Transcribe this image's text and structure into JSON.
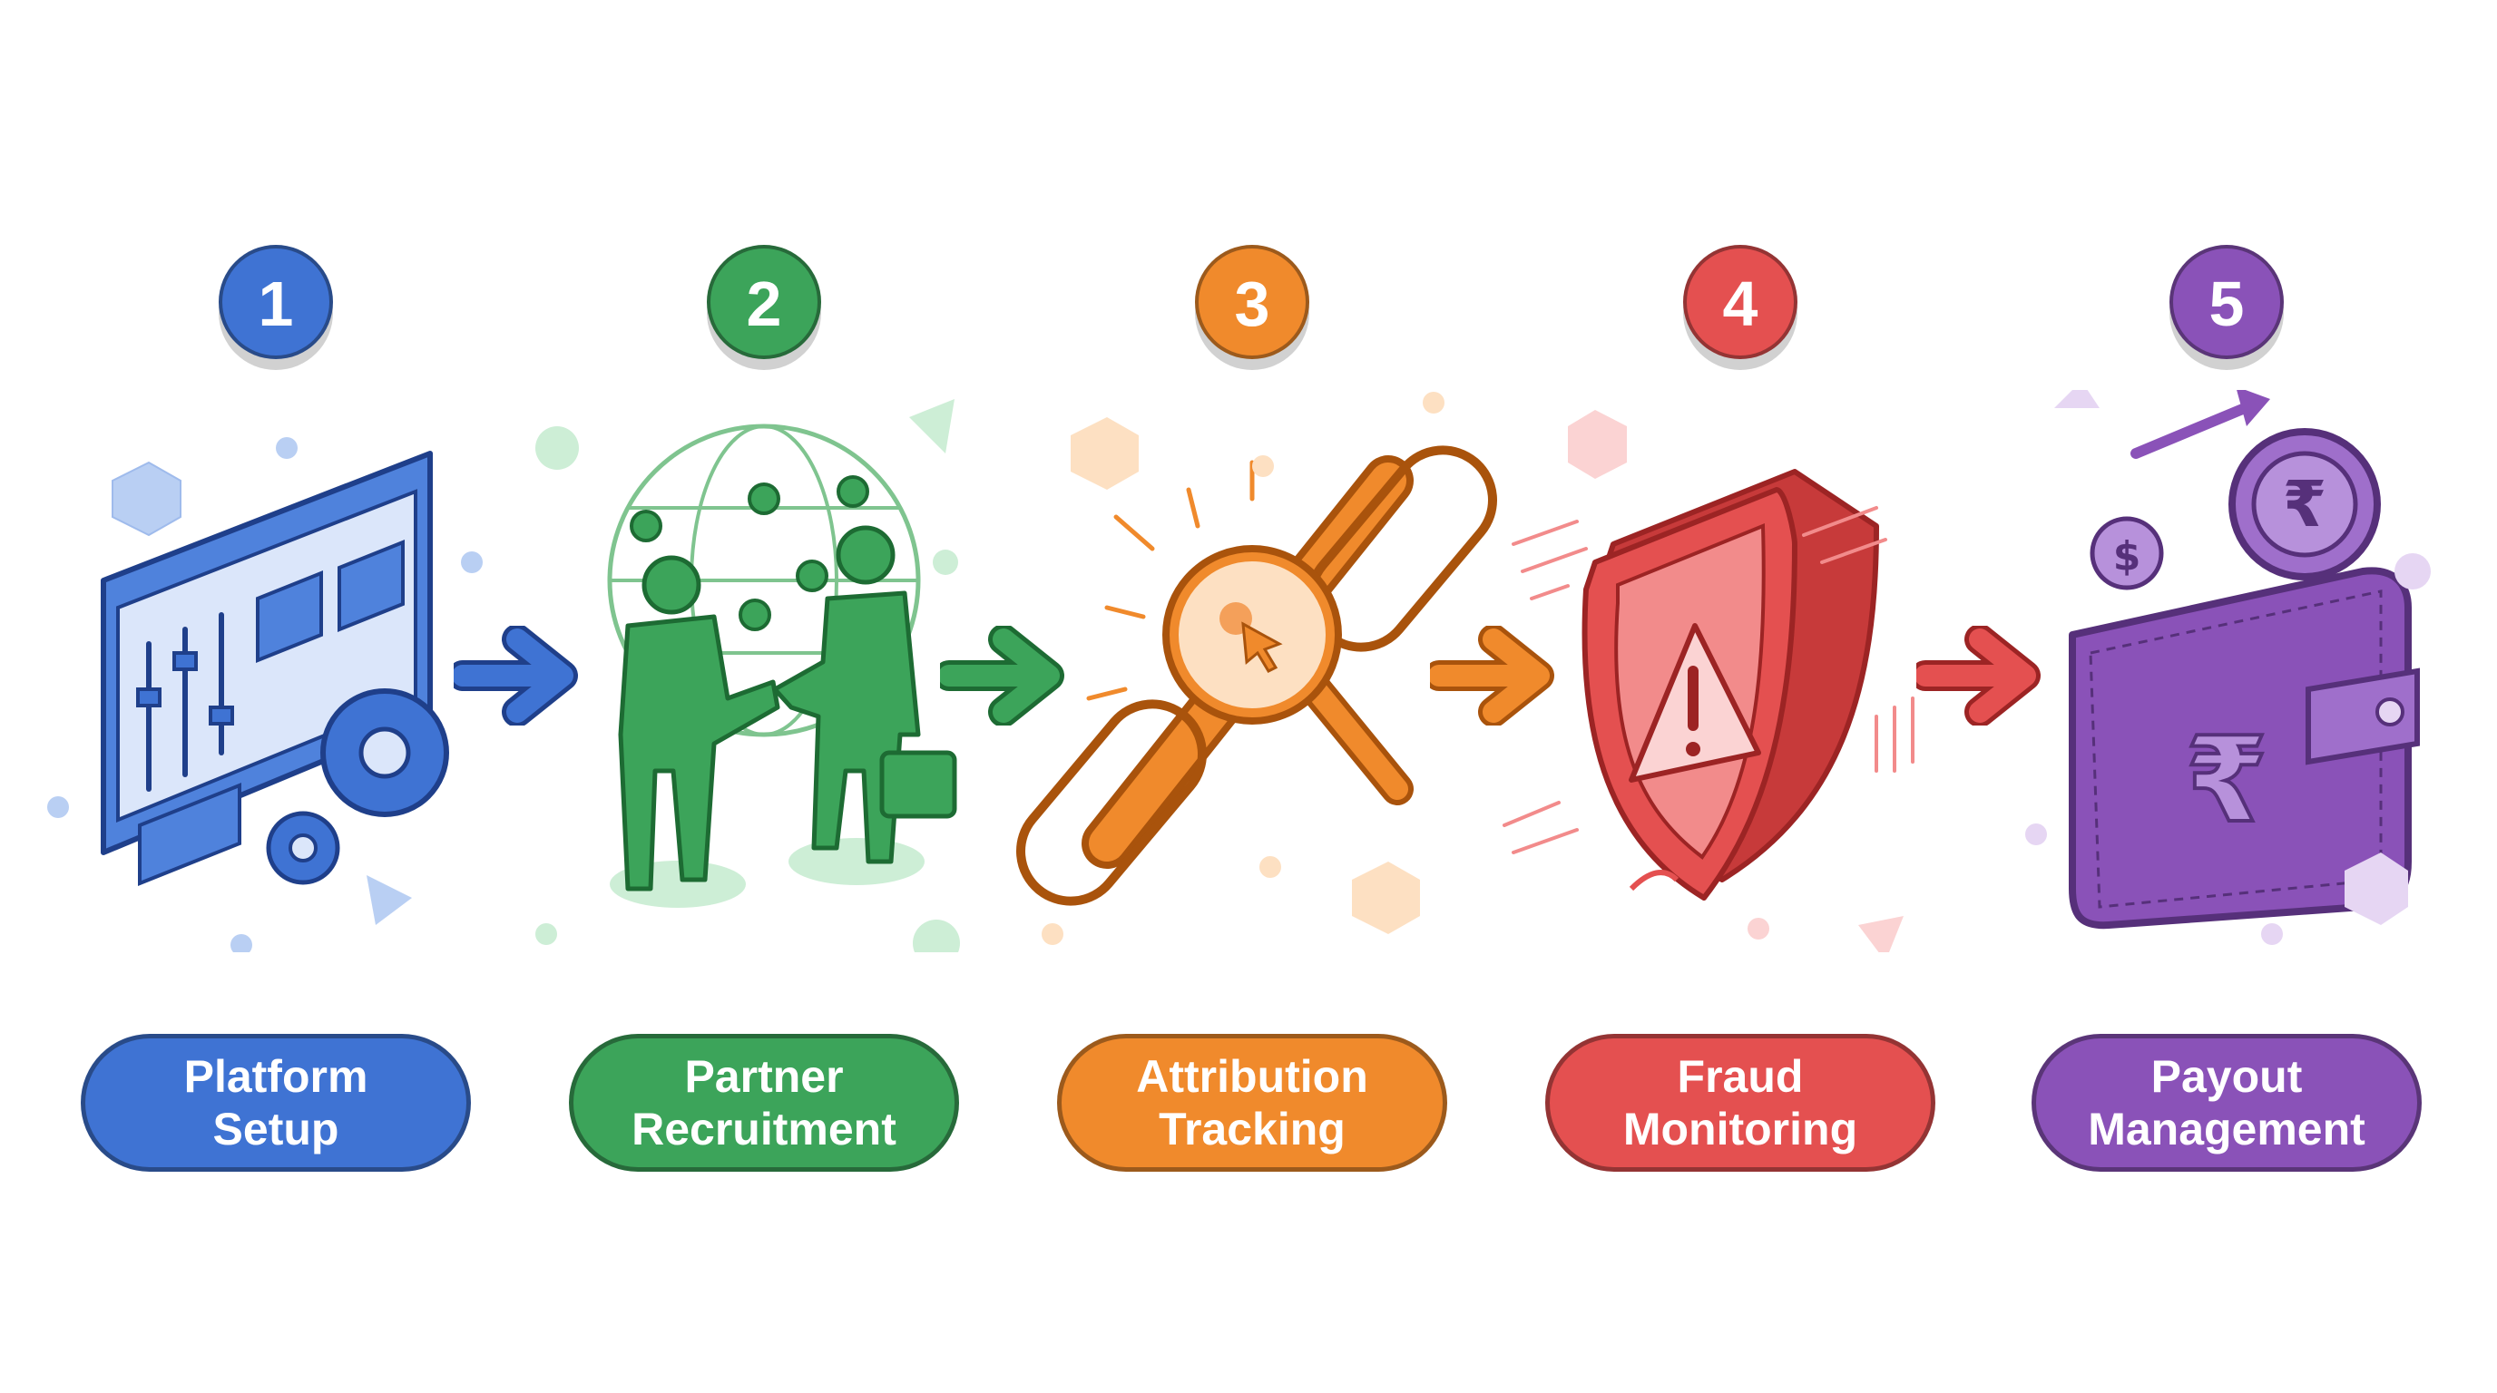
{
  "steps": [
    {
      "number": "1",
      "line1": "Platform",
      "line2": "Setup",
      "color": "#3f73d3",
      "dark": "#1f3f8a",
      "light": "#cfdcf6"
    },
    {
      "number": "2",
      "line1": "Partner",
      "line2": "Recruitment",
      "color": "#3ca45a",
      "dark": "#1d6b33",
      "light": "#cdeed6"
    },
    {
      "number": "3",
      "line1": "Attribution",
      "line2": "Tracking",
      "color": "#f08a2c",
      "dark": "#a9530c",
      "light": "#fde0c2"
    },
    {
      "number": "4",
      "line1": "Fraud",
      "line2": "Monitoring",
      "color": "#e45050",
      "dark": "#9c2424",
      "light": "#fbd3d3"
    },
    {
      "number": "5",
      "line1": "Payout",
      "line2": "Management",
      "color": "#8a52b8",
      "dark": "#56307a",
      "light": "#e6d6f3"
    }
  ],
  "icons": [
    "dashboard-gears-icon",
    "handshake-globe-icon",
    "chain-link-magnifier-icon",
    "shield-warning-icon",
    "wallet-rupee-coins-icon"
  ],
  "arrow_icon": "arrow-right-icon"
}
